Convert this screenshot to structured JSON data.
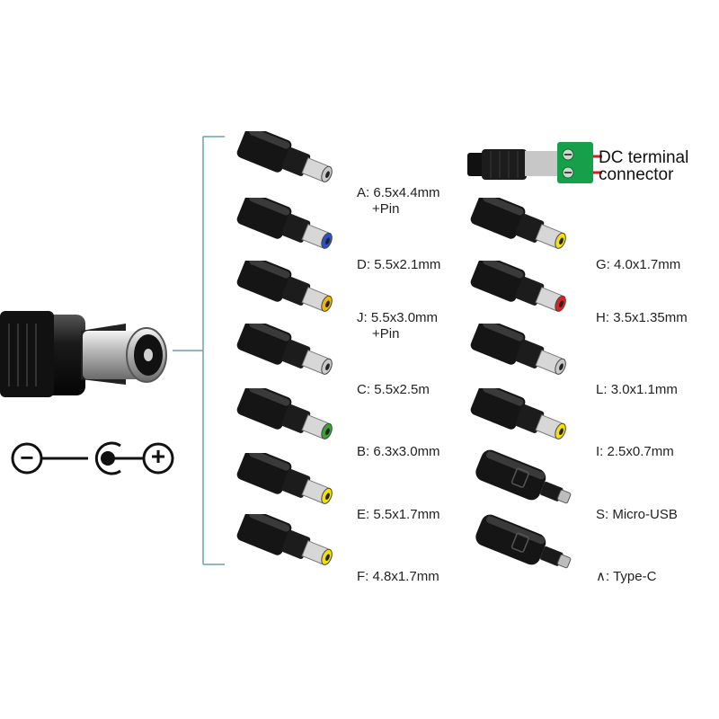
{
  "adapters": {
    "left": [
      {
        "name": "A",
        "size": "6.5x4.4mm",
        "extra": "+Pin",
        "tip_color": "#c9c9c9"
      },
      {
        "name": "D",
        "size": "5.5x2.1mm",
        "extra": "",
        "tip_color": "#2a4fd0"
      },
      {
        "name": "J",
        "size": "5.5x3.0mm",
        "extra": "+Pin",
        "tip_color": "#f2b500"
      },
      {
        "name": "C",
        "size": "5.5x2.5m",
        "extra": "",
        "tip_color": "#c9c9c9"
      },
      {
        "name": "B",
        "size": "6.3x3.0mm",
        "extra": "",
        "tip_color": "#3aa335"
      },
      {
        "name": "E",
        "size": "5.5x1.7mm",
        "extra": "",
        "tip_color": "#f5e200"
      },
      {
        "name": "F",
        "size": "4.8x1.7mm",
        "extra": "",
        "tip_color": "#f5e200"
      }
    ],
    "right": [
      {
        "name": "G",
        "size": "4.0x1.7mm",
        "tip_color": "#f5e200"
      },
      {
        "name": "H",
        "size": "3.5x1.35mm",
        "tip_color": "#e02020"
      },
      {
        "name": "L",
        "size": "3.0x1.1mm",
        "tip_color": "#c9c9c9"
      },
      {
        "name": "I",
        "size": "2.5x0.7mm",
        "tip_color": "#f5e200"
      },
      {
        "name": "S",
        "size": "Micro-USB",
        "tip_color": "#888888"
      },
      {
        "name": "∧",
        "size": "Type-C",
        "tip_color": "#888888"
      }
    ]
  },
  "terminal": {
    "line1": "DC terminal",
    "line2": "connector"
  },
  "polarity": {
    "left_symbol": "−",
    "right_symbol": "+"
  }
}
